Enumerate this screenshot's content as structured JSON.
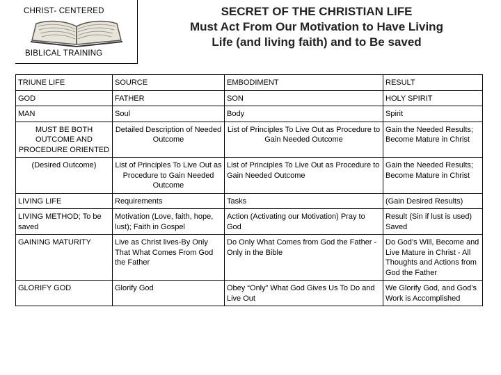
{
  "logo": {
    "top_text": "CHRIST- CENTERED",
    "bottom_text": "BIBLICAL TRAINING",
    "image_icon": "open-bible-icon"
  },
  "title": {
    "line1": "SECRET OF THE CHRISTIAN LIFE",
    "line2": "Must Act From Our Motivation to Have Living",
    "line3": "Life (and living faith) and to Be saved"
  },
  "table": {
    "rows": [
      [
        "TRIUNE LIFE",
        "SOURCE",
        "EMBODIMENT",
        "RESULT"
      ],
      [
        "GOD",
        "FATHER",
        "SON",
        "HOLY SPIRIT"
      ],
      [
        "MAN",
        "Soul",
        "Body",
        "Spirit"
      ],
      [
        "MUST BE BOTH OUTCOME AND PROCEDURE ORIENTED",
        "Detailed Description of Needed Outcome",
        "List of Principles To Live Out as Procedure to Gain Needed Outcome",
        "Gain the Needed Results; Become Mature in Christ"
      ],
      [
        "(Desired Outcome)",
        "List of Principles To Live Out as Procedure to Gain Needed Outcome",
        "List of Principles To Live Out as Procedure to Gain Needed Outcome",
        "Gain the Needed Results; Become Mature in Christ"
      ],
      [
        "LIVING LIFE",
        "Requirements",
        "Tasks",
        "(Gain Desired Results)"
      ],
      [
        "LIVING METHOD; To be saved",
        "Motivation (Love, faith, hope, lust); Faith in Gospel",
        "Action (Activating our Motivation) Pray to God",
        "Result (Sin if lust is used) Saved"
      ],
      [
        "GAINING MATURITY",
        "Live as Christ lives-By Only That What Comes From God the Father",
        "Do Only What Comes from God the Father - Only in the Bible",
        "Do God’s Will, Become and Live Mature in Christ - All Thoughts and Actions from God the Father"
      ],
      [
        "GLORIFY GOD",
        "Glorify God",
        "Obey “Only” What God Gives Us To Do and Live Out",
        "We Glorify God, and God’s Work is Accomplished"
      ]
    ]
  }
}
